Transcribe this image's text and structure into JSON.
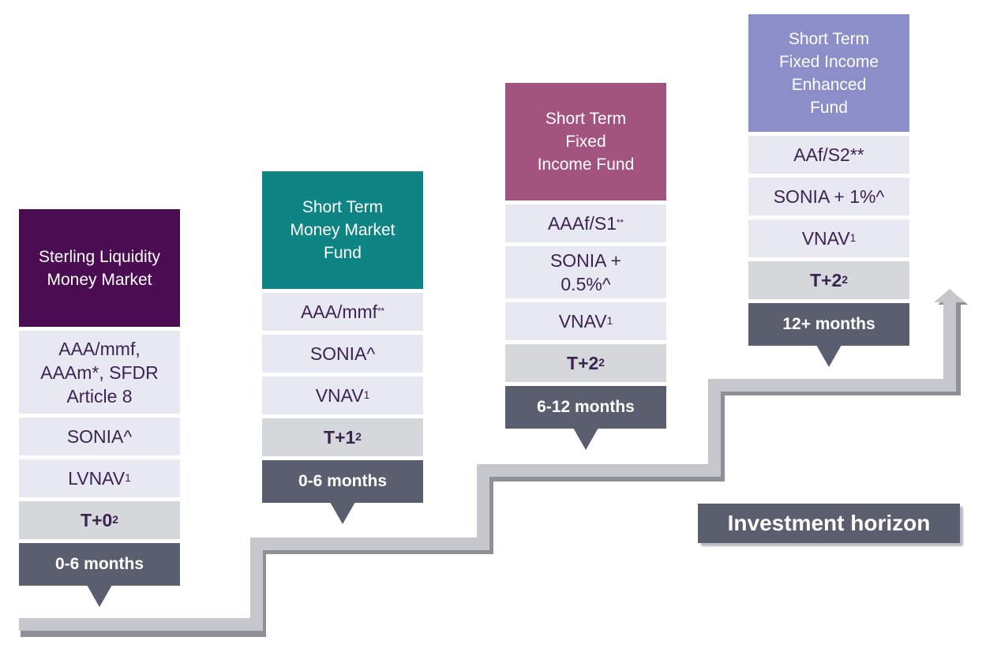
{
  "funds": [
    {
      "title": "Sterling Liquidity\nMoney Market",
      "title_color": "#4b0d52",
      "rating": "AAA/mmf,\nAAAm*, SFDR\nArticle 8",
      "benchmark": "SONIA^",
      "nav": "LVNAV",
      "nav_note": "1",
      "settlement": "T+0",
      "settlement_note": "2",
      "horizon": "0-6 months"
    },
    {
      "title": "Short Term\nMoney Market\nFund",
      "title_color": "#0e8584",
      "rating": "AAA/mmf",
      "rating_note": "**",
      "benchmark": "SONIA^",
      "nav": "VNAV",
      "nav_note": "1",
      "settlement": "T+1",
      "settlement_note": "2",
      "horizon": "0-6 months"
    },
    {
      "title": "Short Term\nFixed\nIncome Fund",
      "title_color": "#a3547e",
      "rating": "AAAf/S1",
      "rating_note": "**",
      "benchmark": "SONIA +\n0.5%^",
      "nav": "VNAV",
      "nav_note": "1",
      "settlement": "T+2",
      "settlement_note": "2",
      "horizon": "6-12 months"
    },
    {
      "title": "Short Term\nFixed Income\nEnhanced\nFund",
      "title_color": "#8b8ec8",
      "rating": "AAf/S2**",
      "benchmark": "SONIA + 1%^",
      "nav": "VNAV",
      "nav_note": "1",
      "settlement": "T+2",
      "settlement_note": "2",
      "horizon": "12+ months"
    }
  ],
  "legend": {
    "label": "Investment horizon"
  },
  "colors": {
    "stair": "#c5c7cc",
    "stair_shadow": "#8e9096",
    "horizon_bg": "#5a5e6e",
    "cell_bg": "#e8e8f3",
    "settle_bg": "#d4d8db"
  }
}
